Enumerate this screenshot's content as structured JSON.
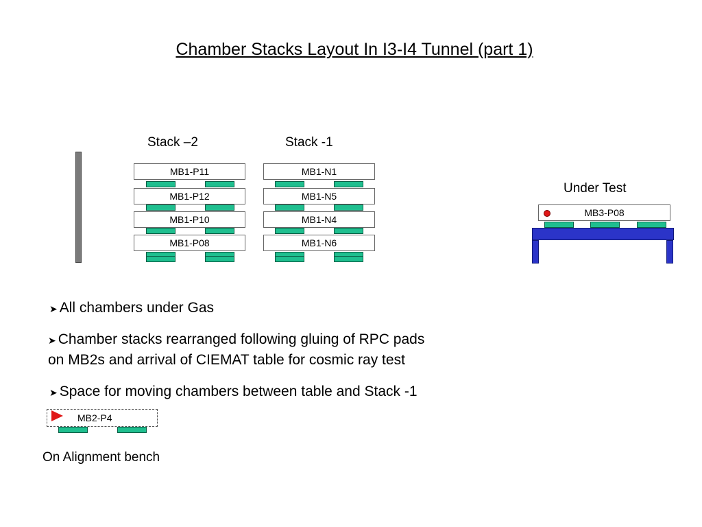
{
  "title": "Chamber Stacks Layout In I3-I4 Tunnel (part 1)",
  "stacks": [
    {
      "label": "Stack –2",
      "chambers": [
        "MB1-P11",
        "MB1-P12",
        "MB1-P10",
        "MB1-P08"
      ]
    },
    {
      "label": "Stack -1",
      "chambers": [
        "MB1-N1",
        "MB1-N5",
        "MB1-N4",
        "MB1-N6"
      ]
    }
  ],
  "under_test": {
    "label": "Under Test",
    "chamber": "MB3-P08"
  },
  "bullets": [
    "All chambers under Gas",
    "Chamber stacks rearranged following gluing of RPC pads",
    "on MB2s and arrival of CIEMAT table for cosmic ray test",
    "Space for moving chambers between table and Stack -1"
  ],
  "bench": {
    "chamber": "MB2-P4",
    "caption": "On Alignment bench"
  },
  "colors": {
    "pad": "#1fbf8f",
    "table": "#2b34c8",
    "marker": "#e01818",
    "wall": "#7a7a7a"
  },
  "icons": {
    "bullet": "arrowhead",
    "status_dot": "red-dot",
    "status_triangle": "red-triangle"
  }
}
